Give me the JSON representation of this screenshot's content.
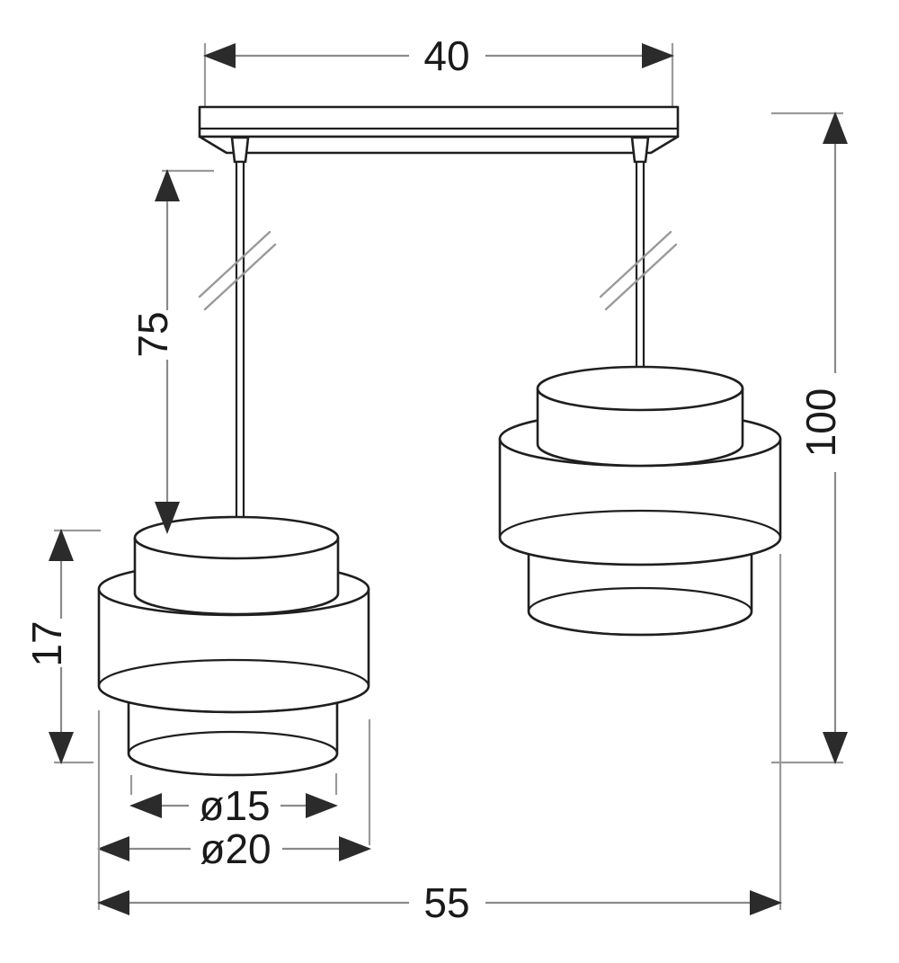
{
  "drawing": {
    "title": "Pendant lamp technical dimension drawing",
    "subject": "two-light pendant lamp with tiered cylindrical shades",
    "units": "cm",
    "line_color": "#1f1f1f",
    "dimension_color": "#8a8a8a",
    "text_color": "#1a1a1a",
    "background_color": "#ffffff"
  },
  "dimensions": {
    "canopy_width": {
      "label": "40",
      "value": 40,
      "orientation": "horizontal",
      "position": "top",
      "describes": "ceiling mount plate length"
    },
    "suspension_height": {
      "label": "75",
      "value": 75,
      "orientation": "vertical-rotated",
      "position": "left-upper",
      "describes": "cord drop length to lower shade top"
    },
    "shade_height": {
      "label": "17",
      "value": 17,
      "orientation": "vertical-rotated",
      "position": "left-lower",
      "describes": "shade overall height"
    },
    "total_height": {
      "label": "100",
      "value": 100,
      "orientation": "vertical-rotated",
      "position": "right",
      "describes": "maximum overall hanging height"
    },
    "inner_diameter": {
      "label": "ø15",
      "value": 15,
      "orientation": "horizontal",
      "position": "bottom-inner",
      "describes": "upper and lower shade tier diameter"
    },
    "outer_diameter": {
      "label": "ø20",
      "value": 20,
      "orientation": "horizontal",
      "position": "bottom-middle",
      "describes": "widest shade tier diameter"
    },
    "overall_width": {
      "label": "55",
      "value": 55,
      "orientation": "horizontal",
      "position": "bottom",
      "describes": "overall fixture width across both shades"
    }
  },
  "components": {
    "canopy": "ceiling-mount-bar",
    "cord_left": "suspension-cord-left",
    "cord_right": "suspension-cord-right",
    "grip_left": "cord-grip-left",
    "grip_right": "cord-grip-right",
    "shade_left": "tiered-shade-left",
    "shade_right": "tiered-shade-right",
    "break_symbol_left": "cord-break-symbol-left",
    "break_symbol_right": "cord-break-symbol-right"
  }
}
